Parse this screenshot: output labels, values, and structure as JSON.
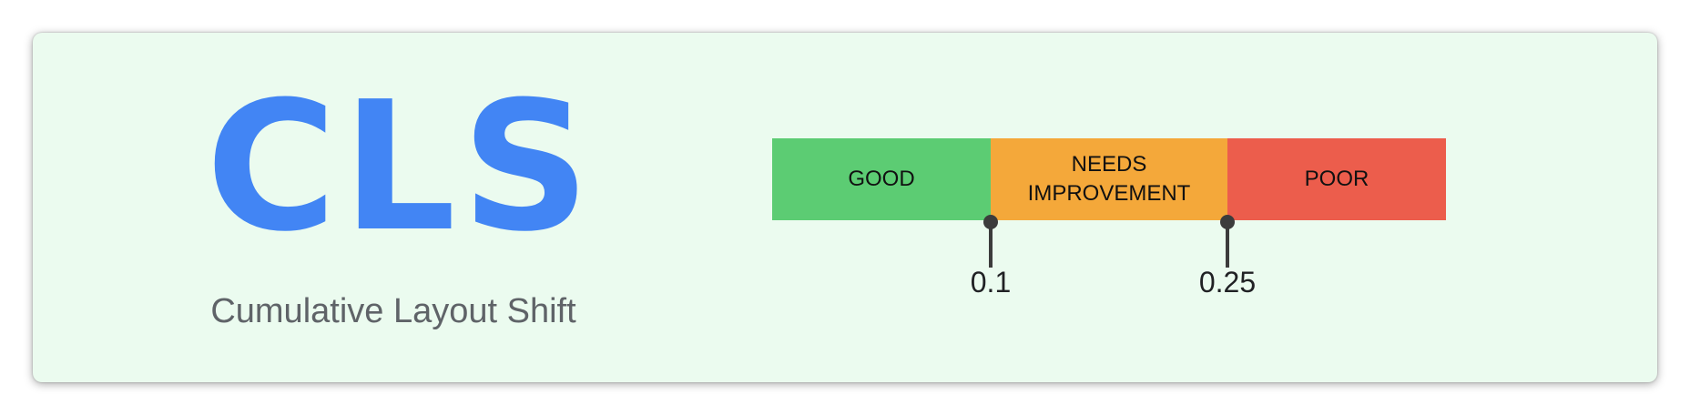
{
  "metric": {
    "acronym": "CLS",
    "full_name": "Cumulative Layout Shift"
  },
  "scale": {
    "segments": [
      {
        "label": "GOOD",
        "color": "#5ccc73"
      },
      {
        "label": "NEEDS IMPROVEMENT",
        "color": "#f4a83a"
      },
      {
        "label": "POOR",
        "color": "#ec5d4c"
      }
    ],
    "thresholds": [
      "0.1",
      "0.25"
    ],
    "marker_color": "#3c3c3c"
  },
  "colors": {
    "acronym": "#4285f4",
    "card_background": "#ebfbef",
    "subtitle": "#5f6368"
  }
}
